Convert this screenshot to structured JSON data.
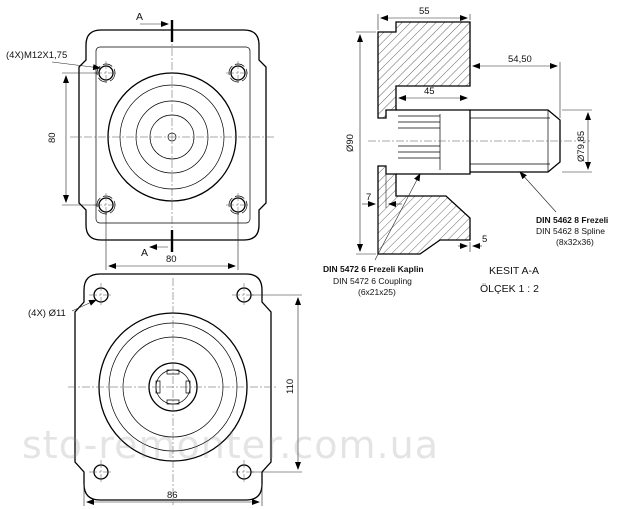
{
  "top_view": {
    "section_marker_top": "A",
    "section_marker_bottom": "A",
    "thread_note": "(4X)M12X1,75",
    "dim_height": "80",
    "dim_width": "80"
  },
  "bottom_view": {
    "hole_note": "(4X) Ø11",
    "dim_height": "110",
    "dim_width": "86"
  },
  "section_view": {
    "dim_total_length": "55",
    "dim_shaft_length": "54,50",
    "dim_bore_depth": "45",
    "dim_flange_diameter": "Ø90",
    "dim_shaft_diameter": "Ø79,85",
    "dim_flange_thickness": "7",
    "dim_step": "5",
    "coupling_label": "DIN 5472 6 Frezeli Kaplin",
    "coupling_label_en": "DIN 5472 6 Coupling",
    "coupling_spec": "(6x21x25)",
    "spline_label": "DIN 5462 8 Frezeli",
    "spline_label_en": "DIN 5462 8 Spline",
    "spline_spec": "(8x32x36)",
    "section_title": "KESIT A-A",
    "scale": "ÖLÇEK 1 : 2"
  },
  "watermark": "sto-remonter.com.ua"
}
